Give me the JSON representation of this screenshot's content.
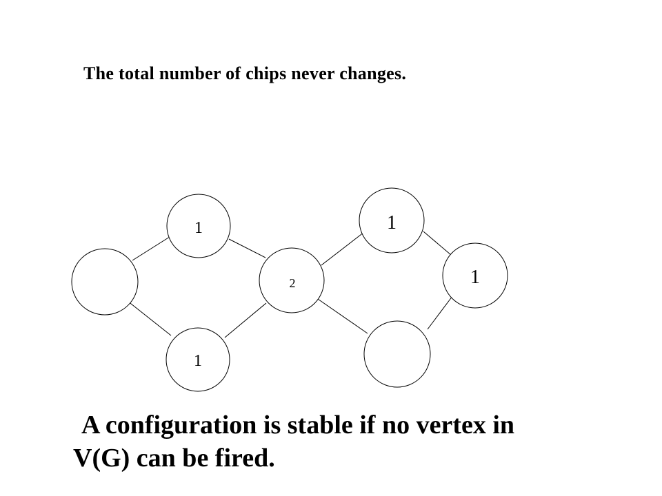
{
  "heading": "The total number of chips never changes.",
  "caption_line1": "A configuration is stable if no vertex in",
  "caption_line2": "V(G) can be fired.",
  "graph": {
    "nodes": [
      {
        "id": "a",
        "chips": ""
      },
      {
        "id": "b",
        "chips": "1"
      },
      {
        "id": "c",
        "chips": "1"
      },
      {
        "id": "d",
        "chips": "2"
      },
      {
        "id": "e",
        "chips": "1"
      },
      {
        "id": "f",
        "chips": "1"
      },
      {
        "id": "g",
        "chips": ""
      }
    ],
    "edges": [
      [
        "a",
        "b"
      ],
      [
        "a",
        "c"
      ],
      [
        "b",
        "d"
      ],
      [
        "c",
        "d"
      ],
      [
        "d",
        "e"
      ],
      [
        "d",
        "g"
      ],
      [
        "e",
        "f"
      ],
      [
        "f",
        "g"
      ]
    ]
  },
  "colors": {
    "stroke": "#000000",
    "node_fill": "#ffffff",
    "text": "#000000"
  }
}
